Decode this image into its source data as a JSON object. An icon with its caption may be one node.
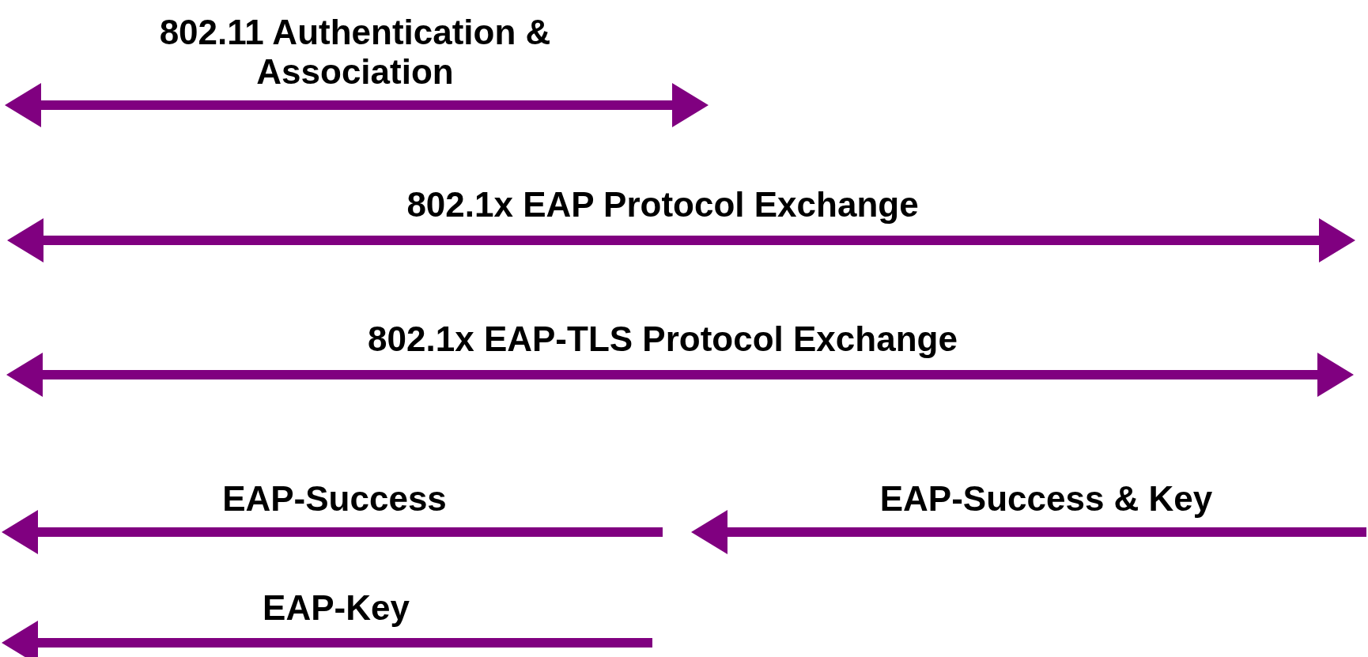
{
  "diagram": {
    "labels": [
      "802.11 Authentication & Association",
      "802.1x EAP Protocol Exchange",
      "802.1x EAP-TLS Protocol Exchange",
      "EAP-Success",
      "EAP-Success & Key",
      "EAP-Key"
    ]
  }
}
